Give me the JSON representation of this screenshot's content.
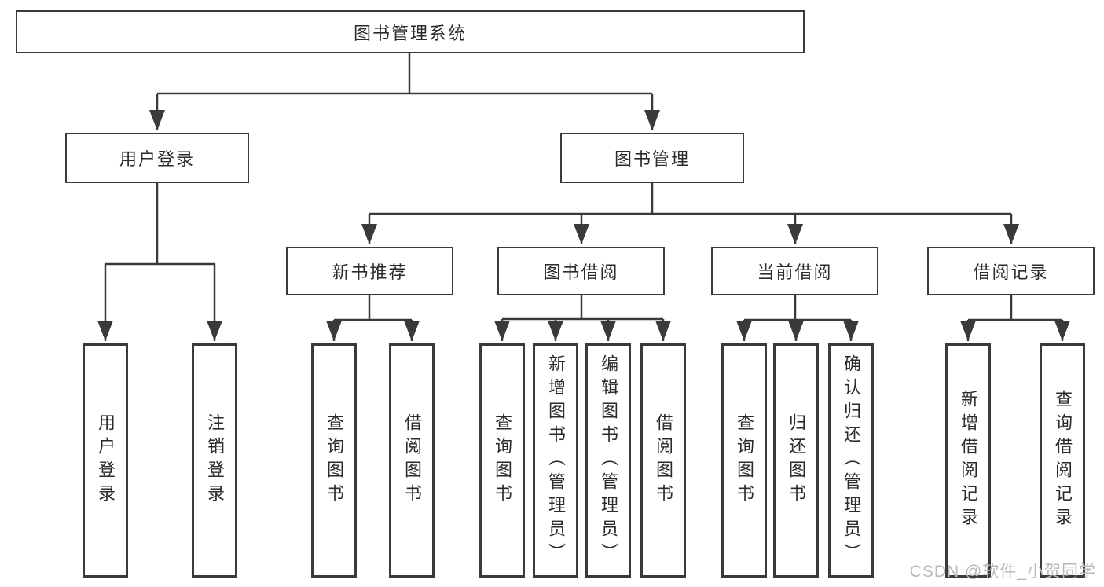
{
  "diagram": {
    "root_label": "图书管理系统",
    "branches": [
      {
        "label": "用户登录",
        "children": [
          {
            "label": "用户登录"
          },
          {
            "label": "注销登录"
          }
        ]
      },
      {
        "label": "图书管理",
        "children": [
          {
            "label": "新书推荐",
            "children": [
              {
                "label": "查询图书"
              },
              {
                "label": "借阅图书"
              }
            ]
          },
          {
            "label": "图书借阅",
            "children": [
              {
                "label": "查询图书"
              },
              {
                "label": "新增图书（管理员）"
              },
              {
                "label": "编辑图书（管理员）"
              },
              {
                "label": "借阅图书"
              }
            ]
          },
          {
            "label": "当前借阅",
            "children": [
              {
                "label": "查询图书"
              },
              {
                "label": "归还图书"
              },
              {
                "label": "确认归还（管理员）"
              }
            ]
          },
          {
            "label": "借阅记录",
            "children": [
              {
                "label": "新增借阅记录"
              },
              {
                "label": "查询借阅记录"
              }
            ]
          }
        ]
      }
    ]
  },
  "watermark": {
    "text": "CSDN @软件_小贺同学"
  },
  "colors": {
    "line": "#3a3a3a",
    "box_border": "#3a3a3a",
    "text": "#2b2b2b",
    "watermark": "#b9b9b9",
    "background": "#ffffff"
  }
}
